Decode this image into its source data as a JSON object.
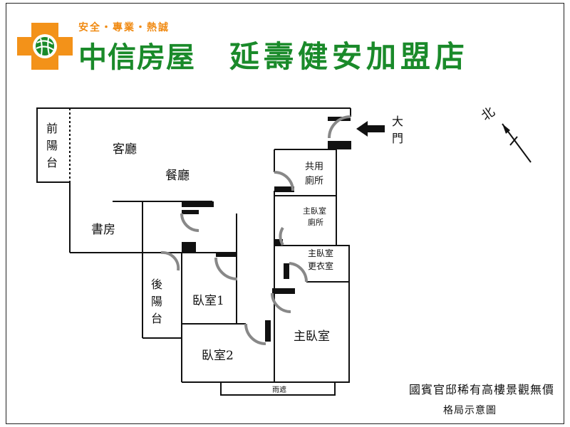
{
  "header": {
    "tagline": "安全・專業・熱誠",
    "brand": "中信房屋",
    "store": "延壽健安加盟店"
  },
  "colors": {
    "logo_orange": "#f39219",
    "logo_green": "#1a8a2a",
    "wall": "#111111",
    "door_arc": "#888888"
  },
  "rooms": {
    "front_balcony": [
      "前",
      "陽",
      "台"
    ],
    "living": "客廳",
    "dining": "餐廳",
    "study": "書房",
    "back_balcony": [
      "後",
      "陽",
      "台"
    ],
    "bedroom1": "臥室1",
    "bedroom2": "臥室2",
    "shared_bath": [
      "共用",
      "廁所"
    ],
    "master_bath": [
      "主臥室",
      "廁所"
    ],
    "master_closet": [
      "主臥室",
      "更衣室"
    ],
    "master_bedroom": "主臥室",
    "eaves": "雨遮"
  },
  "entrance": [
    "大",
    "門"
  ],
  "compass": {
    "north": "北"
  },
  "footer": {
    "line1": "國賓官邸稀有高樓景觀無價",
    "line2": "格局示意圖"
  }
}
